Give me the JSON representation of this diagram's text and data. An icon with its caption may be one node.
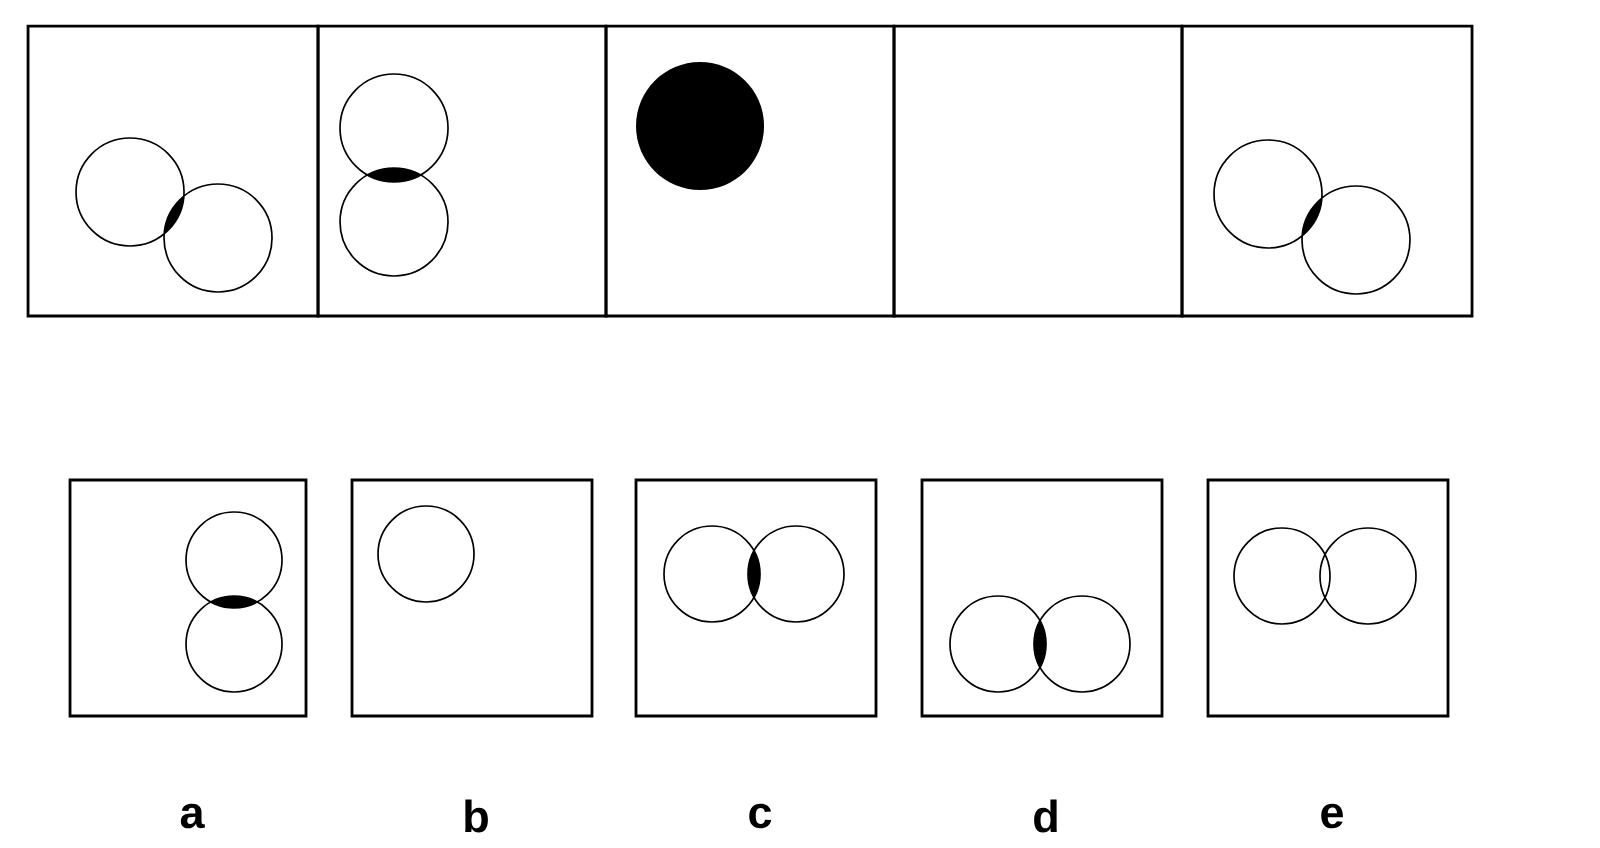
{
  "diagram": {
    "nodes": [
      {
        "text": [],
        "shape": "box"
      },
      {
        "text": [],
        "shape": "box"
      },
      {
        "text": [],
        "shape": "box"
      },
      {
        "text": [],
        "shape": "box"
      },
      {
        "text": [],
        "shape": "box"
      },
      {
        "text": [],
        "shape": "box",
        "beside": [
          "a"
        ]
      },
      {
        "text": [],
        "shape": "box",
        "beside": [
          "b"
        ]
      },
      {
        "text": [],
        "shape": "box",
        "beside": [
          "c"
        ]
      },
      {
        "text": [],
        "shape": "box",
        "beside": [
          "d"
        ]
      },
      {
        "text": [],
        "shape": "box",
        "beside": [
          "e"
        ]
      }
    ]
  }
}
